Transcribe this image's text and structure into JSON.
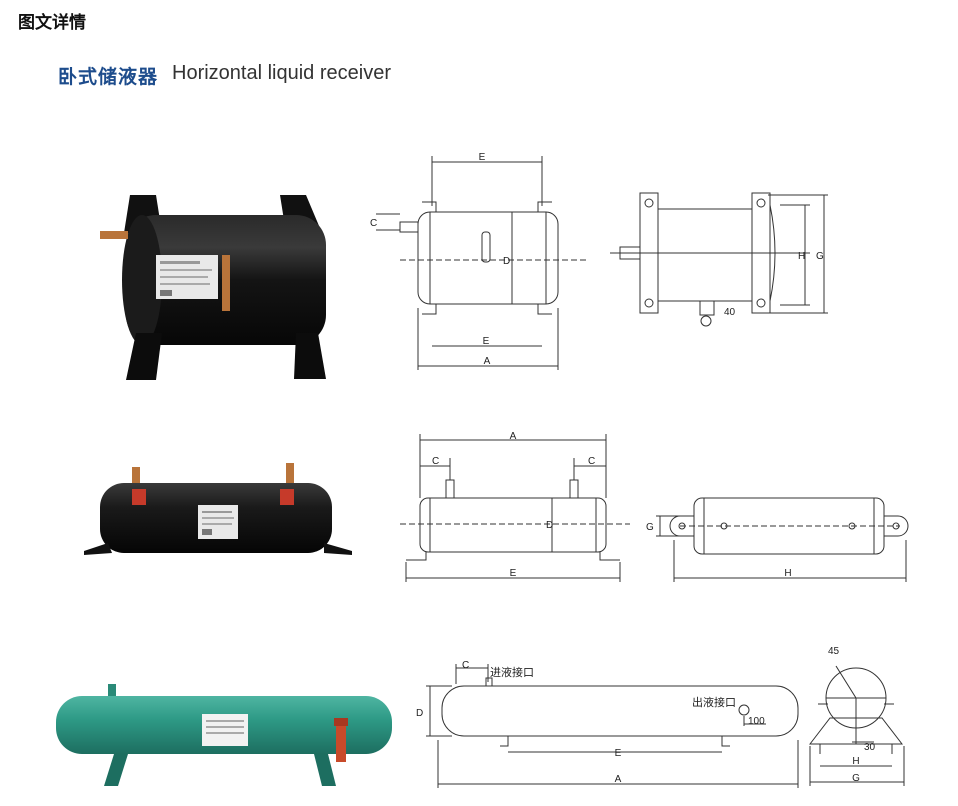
{
  "header": {
    "section_title": "图文详情"
  },
  "product": {
    "title_cn": "卧式储液器",
    "title_en": "Horizontal liquid receiver"
  },
  "row1": {
    "front_labels": {
      "e_top": "E",
      "c": "C",
      "d": "D",
      "e_bottom": "E",
      "a": "A"
    },
    "side_labels": {
      "h": "H",
      "g": "G",
      "dim": "40"
    }
  },
  "row2": {
    "front_labels": {
      "a": "A",
      "c_left": "C",
      "c_right": "C",
      "d": "D",
      "e": "E"
    },
    "top_labels": {
      "g": "G",
      "h": "H"
    }
  },
  "row3": {
    "front_labels": {
      "c": "C",
      "inlet": "进液接口",
      "d": "D",
      "outlet": "出液接口",
      "dim": "100",
      "e": "E",
      "a": "A"
    },
    "side_labels": {
      "angle": "45",
      "dim": "30",
      "h": "H",
      "g": "G"
    }
  },
  "colors": {
    "title_blue": "#1d4c8c",
    "tank_black": "#151515",
    "tank_green": "#2e9a86",
    "line": "#333333"
  }
}
